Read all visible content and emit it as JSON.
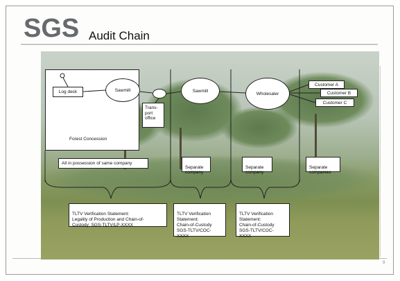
{
  "slide": {
    "logo": "SGS",
    "title": "Audit Chain"
  },
  "diagram": {
    "log_deck": "Log deck",
    "sawmill_1": "Sawmill",
    "transport_office": "Trans-\nport\noffice",
    "sawmill_2": "Sawmill",
    "wholesaler": "Wholesaler",
    "customers": [
      "Customer A",
      "Customer B",
      "Customer C"
    ],
    "forest_concession": "Forest Concession",
    "ownership": [
      "All in possession of same company",
      "Separate\ncompany",
      "Separate\ncompany",
      "Separate\ncompanies"
    ],
    "statements": [
      "TLTV Verification Statement:\nLegality of Production and Chain-of-\nCustody: SGS-TLTV/LP-XXXX",
      "TLTV Verification\nStatement:\nChain-of-Custody\nSGS-TLTV/COC-\nXXXX",
      "TLTV Verification\nStatement:\nChain-of-Custody\nSGS-TLTV/COC-\nXXXX"
    ]
  }
}
